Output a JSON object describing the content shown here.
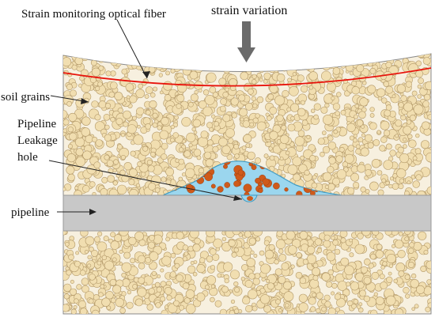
{
  "labels": {
    "fiber": "Strain monitoring optical fiber",
    "strain": "strain variation",
    "soil": "soil grains",
    "leak_line1": "Pipeline",
    "leak_line2": "Leakage",
    "leak_line3": "hole",
    "pipeline": "pipeline"
  },
  "colors": {
    "soil_bg": "#f7f0df",
    "grain_fill": "#f1deb0",
    "grain_stroke": "#b49a6a",
    "pipe": "#c8c8c8",
    "water": "#9bd6ee",
    "water_edge": "#3f9bc4",
    "orange": "#cf5a1a",
    "fiber": "#e8140c",
    "arrow": "#6b6b6b"
  }
}
